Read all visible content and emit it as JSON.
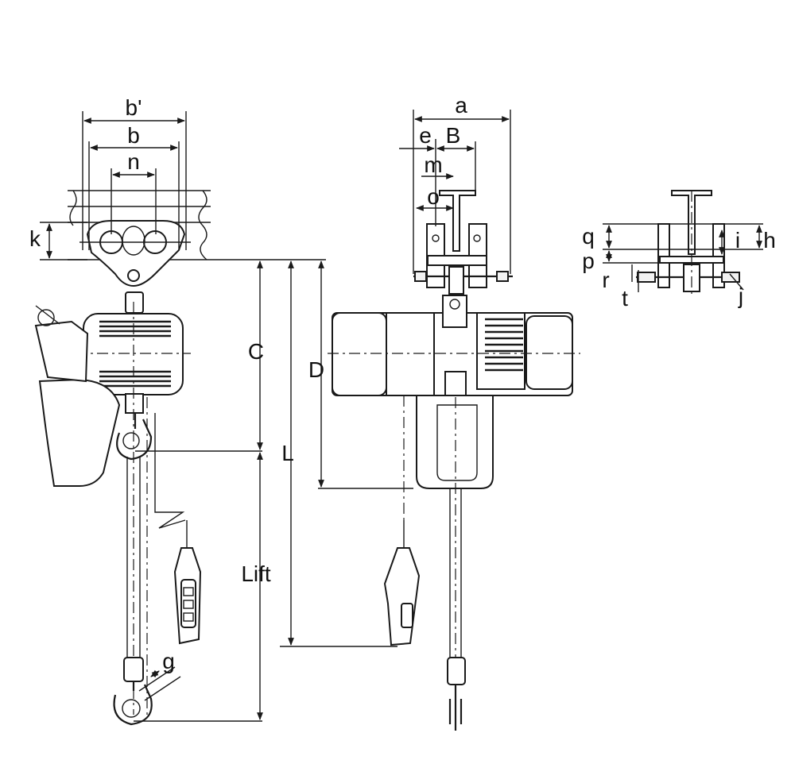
{
  "dimension_labels": {
    "b_prime": "b'",
    "b": "b",
    "n": "n",
    "k": "k",
    "C": "C",
    "D": "D",
    "L": "L",
    "lift": "Lift",
    "g": "g",
    "a": "a",
    "e": "e",
    "B": "B",
    "m": "m",
    "o": "o",
    "q": "q",
    "p": "p",
    "r": "r",
    "t": "t",
    "i": "i",
    "h": "h",
    "j": "j"
  }
}
